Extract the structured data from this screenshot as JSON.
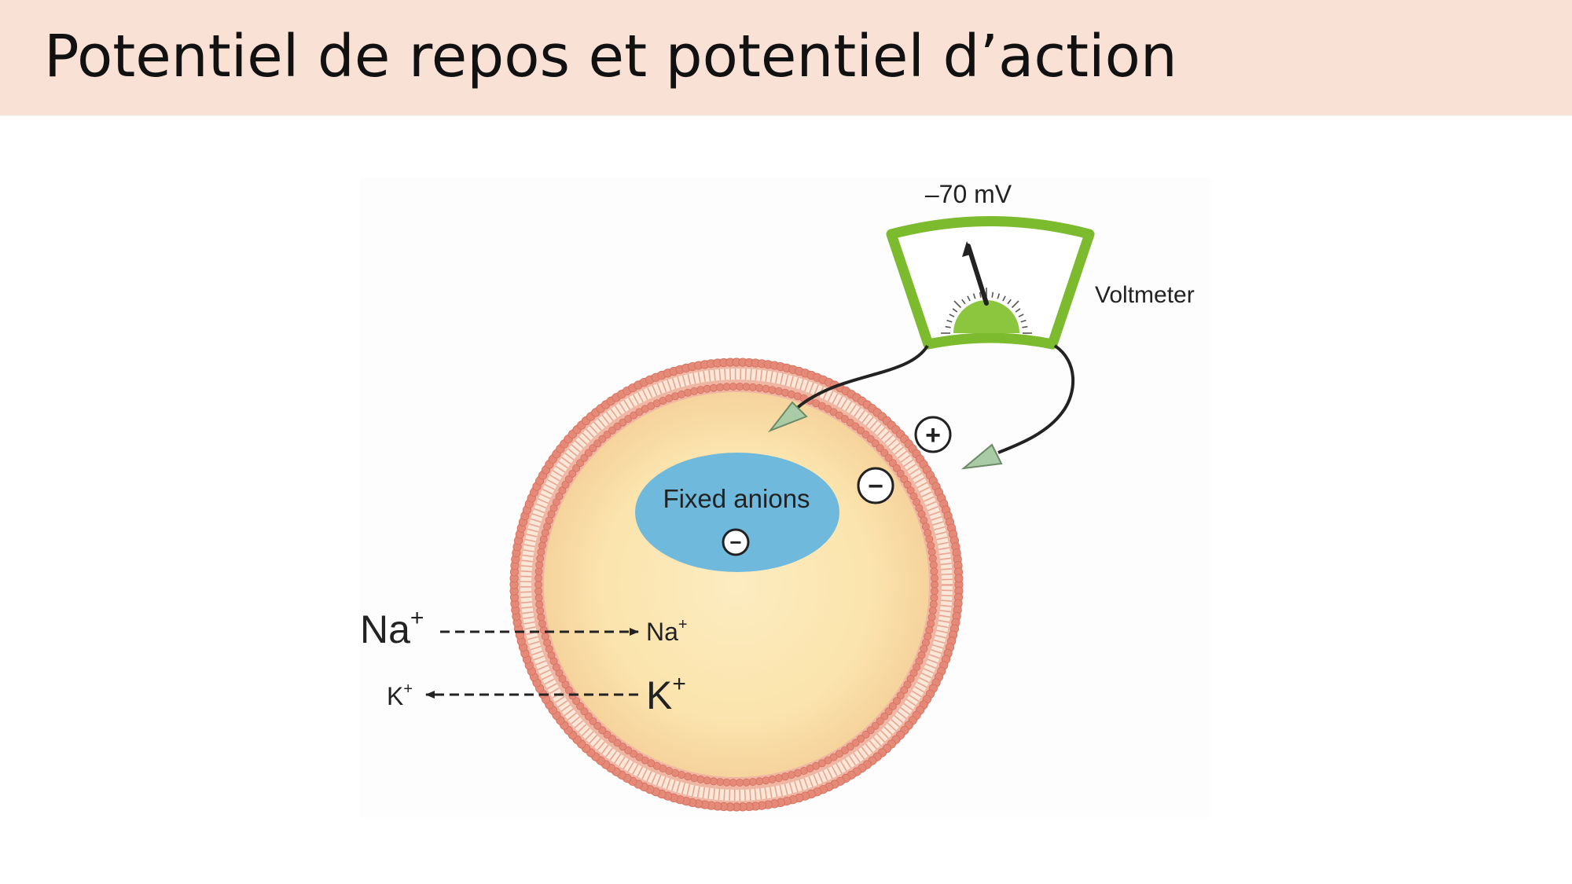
{
  "slide": {
    "title": "Potentiel de repos et potentiel d’action"
  },
  "diagram": {
    "voltmeter_reading": "–70 mV",
    "voltmeter_label": "Voltmeter",
    "fixed_anions_label": "Fixed anions",
    "ion_in": {
      "symbol": "Na",
      "charge": "+"
    },
    "ion_in_inside": {
      "symbol": "Na",
      "charge": "+"
    },
    "ion_out": {
      "symbol": "K",
      "charge": "+"
    },
    "ion_out_outside": {
      "symbol": "K",
      "charge": "+"
    },
    "charges": {
      "outside": "+",
      "inside": "−",
      "anion": "−"
    },
    "colors": {
      "title_bar": "#f9e1d5",
      "voltmeter_frame": "#7dbb2e",
      "membrane": "#e58a78",
      "cytoplasm": "#fbe6b0",
      "fixed_anions": "#6fb9dc",
      "electrode_arrow": "#a9cba5"
    }
  }
}
